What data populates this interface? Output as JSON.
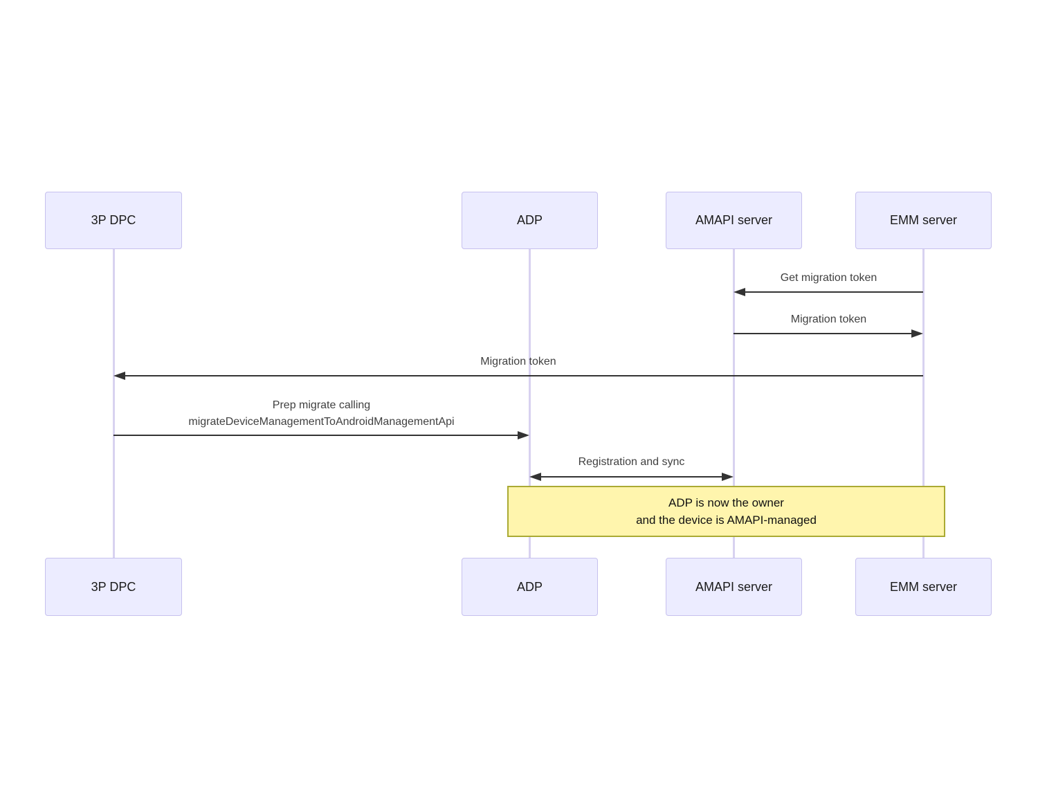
{
  "diagram": {
    "type": "sequence-diagram",
    "actors": [
      {
        "id": "3p-dpc",
        "label": "3P DPC"
      },
      {
        "id": "adp",
        "label": "ADP"
      },
      {
        "id": "amapi-server",
        "label": "AMAPI server"
      },
      {
        "id": "emm-server",
        "label": "EMM server"
      }
    ],
    "messages": [
      {
        "from": "EMM server",
        "to": "AMAPI server",
        "label": "Get migration token",
        "arrow": "left"
      },
      {
        "from": "AMAPI server",
        "to": "EMM server",
        "label": "Migration token",
        "arrow": "right"
      },
      {
        "from": "EMM server",
        "to": "3P DPC",
        "label": "Migration token",
        "arrow": "left"
      },
      {
        "from": "3P DPC",
        "to": "ADP",
        "lines": [
          "Prep migrate calling",
          "migrateDeviceManagementToAndroidManagementApi"
        ],
        "arrow": "right"
      },
      {
        "from": "ADP",
        "to": "AMAPI server",
        "label": "Registration and sync",
        "arrow": "both"
      }
    ],
    "note": {
      "lines": [
        "ADP is now the owner",
        "and the device is AMAPI-managed"
      ]
    },
    "colors": {
      "actor_fill": "#ECECFF",
      "actor_border": "#c6c0ee",
      "lifeline": "#d8d2f0",
      "arrow": "#333333",
      "note_fill": "#FFF5AD",
      "note_border": "#AAAA33"
    }
  }
}
